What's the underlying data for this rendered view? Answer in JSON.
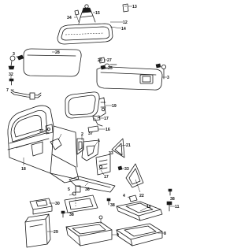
{
  "callouts": [
    {
      "id": "c13",
      "text": "13"
    },
    {
      "id": "c34",
      "text": "34"
    },
    {
      "id": "c15",
      "text": "15"
    },
    {
      "id": "c12",
      "text": "12"
    },
    {
      "id": "c14",
      "text": "14"
    },
    {
      "id": "c28",
      "text": "28"
    },
    {
      "id": "c3a",
      "text": "3"
    },
    {
      "id": "c32",
      "text": "32"
    },
    {
      "id": "c27",
      "text": "27"
    },
    {
      "id": "c35",
      "text": "35"
    },
    {
      "id": "c20",
      "text": "20"
    },
    {
      "id": "c3b",
      "text": "3"
    },
    {
      "id": "c7",
      "text": "7"
    },
    {
      "id": "c19",
      "text": "19"
    },
    {
      "id": "c17a",
      "text": "17"
    },
    {
      "id": "c16",
      "text": "16"
    },
    {
      "id": "c31",
      "text": "31"
    },
    {
      "id": "c18",
      "text": "18"
    },
    {
      "id": "c37",
      "text": "37"
    },
    {
      "id": "c2",
      "text": "2"
    },
    {
      "id": "c1",
      "text": "1"
    },
    {
      "id": "c21",
      "text": "21"
    },
    {
      "id": "c33a",
      "text": "33"
    },
    {
      "id": "c33b",
      "text": "33"
    },
    {
      "id": "c17b",
      "text": "17"
    },
    {
      "id": "c22",
      "text": "22"
    },
    {
      "id": "c36",
      "text": "36"
    },
    {
      "id": "c30",
      "text": "30"
    },
    {
      "id": "c5",
      "text": "5"
    },
    {
      "id": "c38a",
      "text": "38"
    },
    {
      "id": "c4",
      "text": "4"
    },
    {
      "id": "c10",
      "text": "10"
    },
    {
      "id": "c11",
      "text": "11"
    },
    {
      "id": "c38b",
      "text": "38"
    },
    {
      "id": "c29",
      "text": "29"
    },
    {
      "id": "c9",
      "text": "9"
    },
    {
      "id": "c8",
      "text": "8"
    },
    {
      "id": "c38c",
      "text": "38"
    }
  ]
}
